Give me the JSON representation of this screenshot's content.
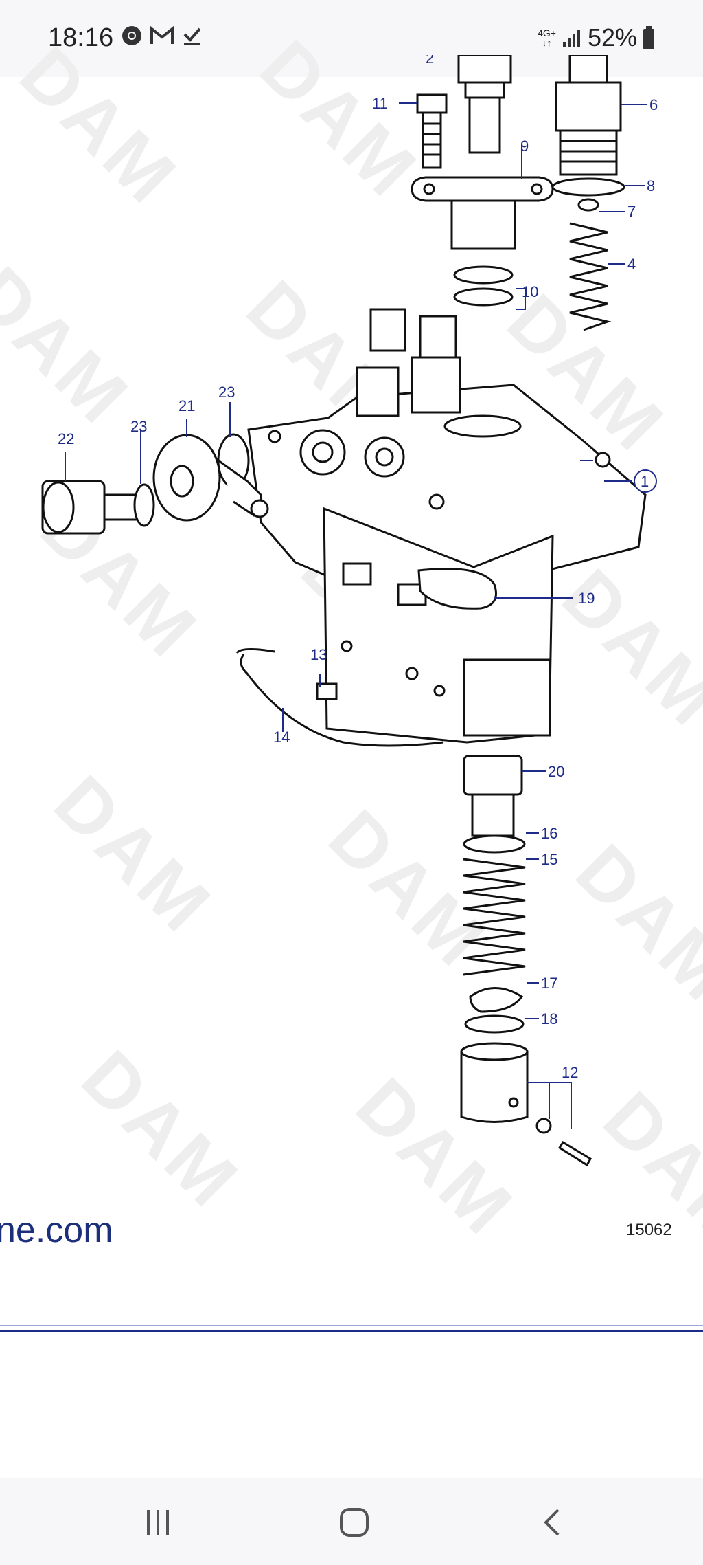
{
  "status_bar": {
    "time": "18:16",
    "network": "4G+",
    "battery": "52%"
  },
  "diagram": {
    "watermark": "DAM",
    "site_text": "ne.com",
    "figure_number": "15062",
    "labels": [
      "2",
      "11",
      "6",
      "9",
      "8",
      "7",
      "4",
      "10",
      "21",
      "23",
      "23",
      "22",
      "1",
      "19",
      "13",
      "14",
      "20",
      "16",
      "15",
      "17",
      "18",
      "12"
    ]
  },
  "nav_bar": {
    "recents": "recents",
    "home": "home",
    "back": "back"
  }
}
